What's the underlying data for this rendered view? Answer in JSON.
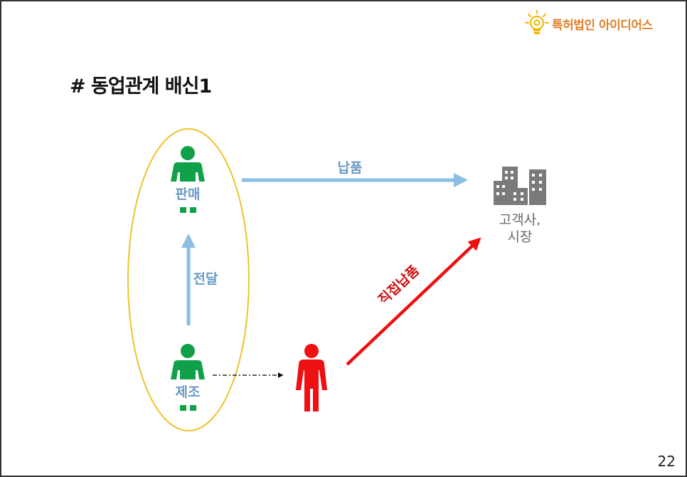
{
  "brand": {
    "name": "특허법인 아이디어스",
    "icon": "lightbulb-gear-icon",
    "color": "#e0812b"
  },
  "slide": {
    "title": "# 동업관계 배신1",
    "page_number": "22"
  },
  "diagram": {
    "nodes": {
      "seller": {
        "label": "판매",
        "icon": "person-icon",
        "color": "#10a04a"
      },
      "manufacturer": {
        "label": "제조",
        "icon": "person-icon",
        "color": "#10a04a"
      },
      "betrayer": {
        "icon": "person-icon",
        "color": "#ee1111"
      },
      "customer": {
        "label_line1": "고객사,",
        "label_line2": "시장",
        "icon": "buildings-icon",
        "color": "#7a7a7a"
      }
    },
    "edges": {
      "delivery": {
        "label": "납품",
        "from": "seller",
        "to": "customer",
        "color": "#8cbde2"
      },
      "transfer": {
        "label": "전달",
        "from": "manufacturer",
        "to": "seller",
        "color": "#8cbde2"
      },
      "leak": {
        "from": "manufacturer",
        "to": "betrayer",
        "style": "dash-dot",
        "color": "#000000"
      },
      "direct_delivery": {
        "label": "직접납품",
        "from": "betrayer",
        "to": "customer",
        "color": "#ee1111"
      }
    },
    "group_ellipse": {
      "color": "#edc42e",
      "members": [
        "seller",
        "manufacturer"
      ]
    },
    "label_color": "#6a9ac4"
  }
}
